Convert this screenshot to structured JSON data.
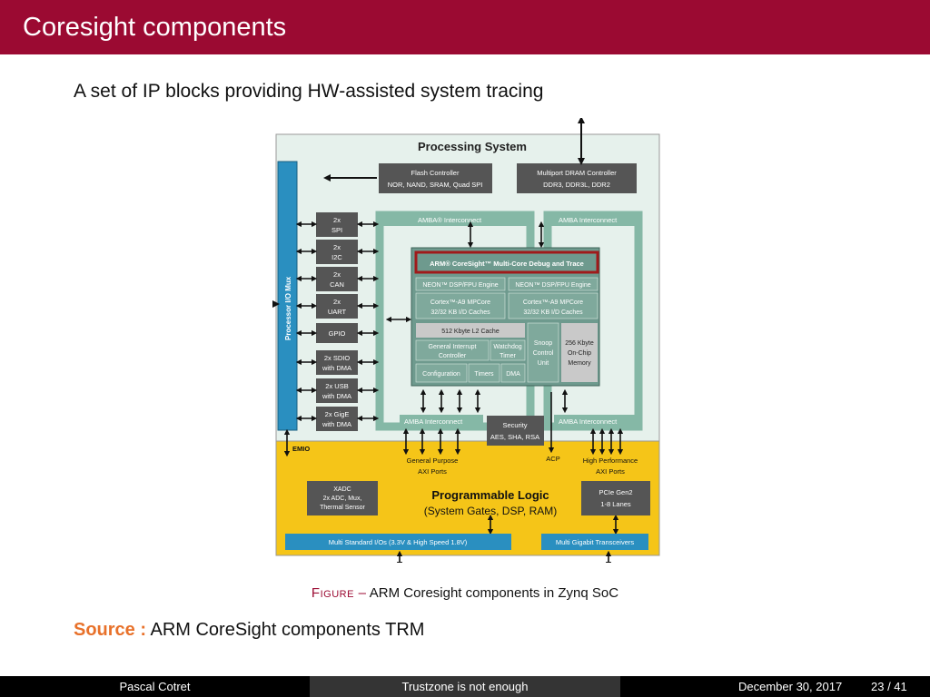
{
  "header": {
    "title": "Coresight components"
  },
  "subtitle": "A set of IP blocks providing HW-assisted system tracing",
  "figure": {
    "caption_label": "Figure –",
    "caption_text": "ARM Coresight components in Zynq SoC",
    "processing_system": "Processing System",
    "flash_ctrl": [
      "Flash Controller",
      "NOR, NAND, SRAM, Quad SPI"
    ],
    "dram_ctrl": [
      "Multiport DRAM Controller",
      "DDR3, DDR3L, DDR2"
    ],
    "amba_interconnect": "AMBA® Interconnect",
    "amba_interconnect_plain": "AMBA Interconnect",
    "io_mux": "Processor I/O Mux",
    "peripherals": [
      [
        "2x",
        "SPI"
      ],
      [
        "2x",
        "I2C"
      ],
      [
        "2x",
        "CAN"
      ],
      [
        "2x",
        "UART"
      ],
      [
        "GPIO"
      ],
      [
        "2x SDIO",
        "with DMA"
      ],
      [
        "2x USB",
        "with DMA"
      ],
      [
        "2x GigE",
        "with DMA"
      ]
    ],
    "coresight": "ARM® CoreSight™ Multi-Core Debug and Trace",
    "neon": "NEON™ DSP/FPU Engine",
    "cortex": [
      "Cortex™-A9 MPCore",
      "32/32 KB I/D Caches"
    ],
    "l2": "512 Kbyte L2 Cache",
    "gic": [
      "General Interrupt",
      "Controller"
    ],
    "watchdog": [
      "Watchdog",
      "Timer"
    ],
    "config": "Configuration",
    "timers": "Timers",
    "dma": "DMA",
    "scu": [
      "Snoop",
      "Control",
      "Unit"
    ],
    "ocm": [
      "256 Kbyte",
      "On-Chip",
      "Memory"
    ],
    "security": [
      "Security",
      "AES, SHA, RSA"
    ],
    "emio": "EMIO",
    "gp_axi": [
      "General Purpose",
      "AXI Ports"
    ],
    "acp": "ACP",
    "hp_axi": [
      "High Performance",
      "AXI Ports"
    ],
    "xadc": [
      "XADC",
      "2x ADC, Mux,",
      "Thermal Sensor"
    ],
    "pl_title": "Programmable Logic",
    "pl_sub": "(System Gates, DSP, RAM)",
    "pcie": [
      "PCIe Gen2",
      "1-8 Lanes"
    ],
    "io_std": "Multi Standard I/Os (3.3V & High Speed 1.8V)",
    "gigabit": "Multi Gigabit Transceivers",
    "colors": {
      "ps_bg": "#e6f1ec",
      "teal": "#85b8a6",
      "pl_bg": "#f5c518",
      "io_blue": "#2a8fc0",
      "dark_box": "#555555",
      "cpu_box": "#6e9a8e",
      "red": "#a01a1a"
    }
  },
  "source": {
    "label": "Source :",
    "text": "ARM CoreSight components TRM"
  },
  "footer": {
    "author": "Pascal Cotret",
    "talk": "Trustzone is not enough",
    "date": "December 30, 2017",
    "page": "23 / 41"
  }
}
